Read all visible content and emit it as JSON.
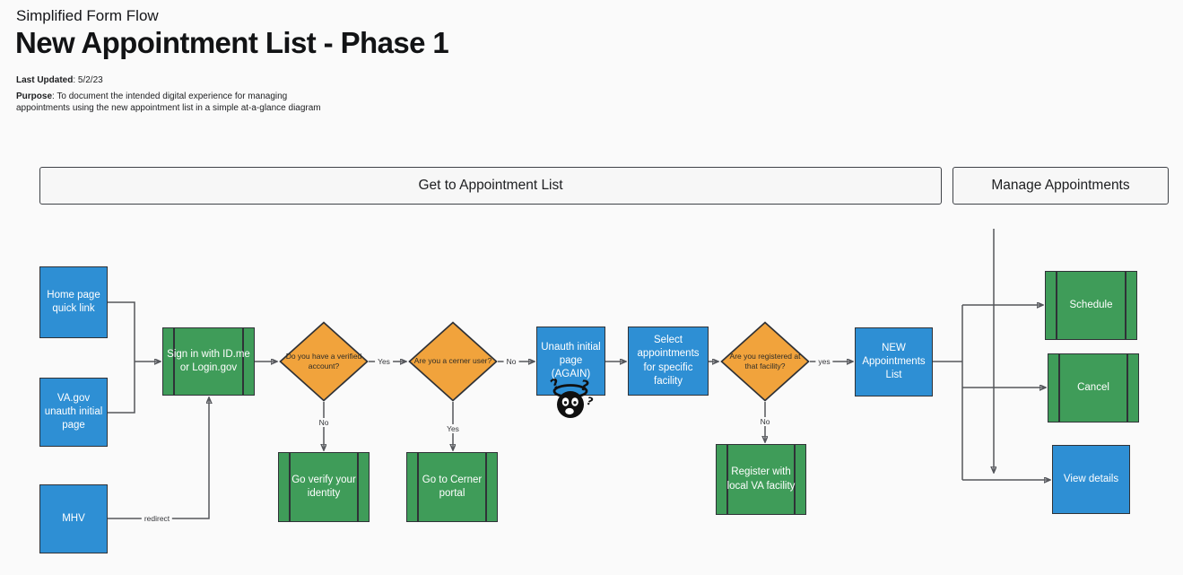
{
  "page": {
    "subtitle": "Simplified Form Flow",
    "title": "New Appointment List - Phase 1",
    "last_updated_label": "Last Updated",
    "last_updated_value": ": 5/2/23",
    "purpose_label": "Purpose",
    "purpose_value": ": To document the intended digital experience for managing appointments using the new appointment list in a simple at-a-glance diagram"
  },
  "sections": {
    "get_to_appointment_list": "Get to Appointment List",
    "manage_appointments": "Manage Appointments"
  },
  "nodes": {
    "home_quick_link": "Home page quick link",
    "va_unauth": "VA.gov unauth initial page",
    "mhv": "MHV",
    "sign_in": "Sign in with ID.me or Login.gov",
    "verified_q": "Do you have a verified account?",
    "cerner_q": "Are you a cerner user?",
    "unauth_again": "Unauth initial page (AGAIN)",
    "select_appts": "Select appointments for specific facility",
    "registered_q": "Are you registered at that facility?",
    "new_list": "NEW Appointments List",
    "go_verify": "Go verify your identity",
    "cerner_portal": "Go to Cerner portal",
    "register_facility": "Register with local VA facility",
    "schedule": "Schedule",
    "cancel": "Cancel",
    "view_details": "View details"
  },
  "edge_labels": {
    "verified_yes": "Yes",
    "verified_no": "No",
    "cerner_no": "No",
    "cerner_yes": "Yes",
    "registered_yes": "yes",
    "registered_no": "No",
    "mhv_redirect": "redirect"
  },
  "icons": {
    "confused_face_icon": "confused-face-with-question-marks"
  },
  "colors": {
    "background": "#fafafa",
    "blue_node": "#2e8fd4",
    "green_node": "#3f9c59",
    "orange_diamond": "#f1a33c",
    "node_border": "#2f3237",
    "connector": "#54565b",
    "header_fill": "#f7f7f7"
  }
}
